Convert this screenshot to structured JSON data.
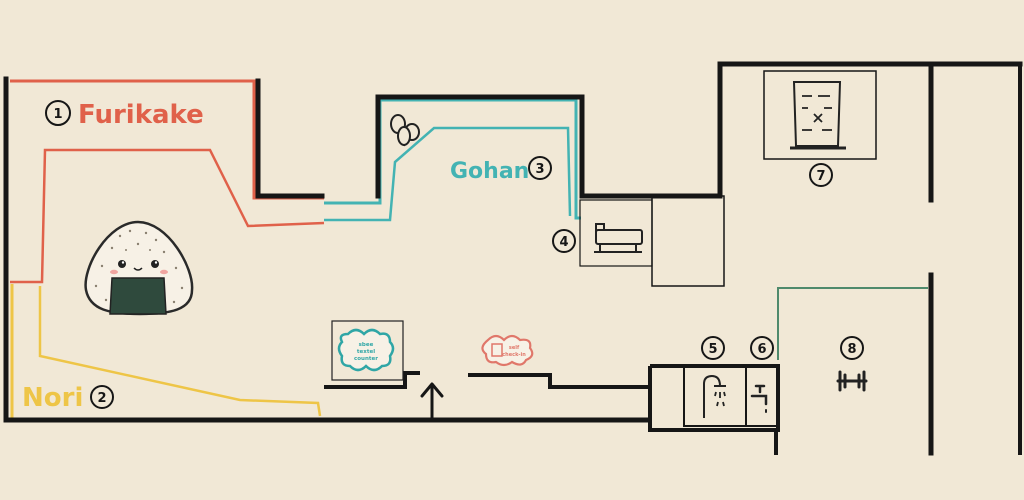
{
  "zones": {
    "furikake": {
      "number": "1",
      "name": "Furikake",
      "color": "#e0614a"
    },
    "nori": {
      "number": "2",
      "name": "Nori",
      "color": "#eec547"
    },
    "gohan": {
      "number": "3",
      "name": "Gohan",
      "color": "#43b3b3"
    }
  },
  "points": {
    "p4": "4",
    "p5": "5",
    "p6": "6",
    "p7": "7",
    "p8": "8"
  },
  "stickers": {
    "service_counter": {
      "line1": "sbee",
      "line2": "textel",
      "line3": "counter"
    },
    "self_checkout": {
      "line1": "self",
      "line2": "check-in"
    }
  },
  "colors": {
    "background": "#f1e8d6",
    "wall": "#161616",
    "gym_line": "#4f8a6c",
    "sticker_teal": "#2fa6a6",
    "sticker_salmon": "#e0776a"
  },
  "icons": {
    "onigiri": "onigiri-mascot-icon",
    "plant": "plant-icon",
    "treadmill": "treadmill-icon",
    "shower": "shower-icon",
    "faucet": "faucet-icon",
    "board": "climbing-board-icon",
    "dumbbell": "dumbbell-icon",
    "entrance": "entrance-arrow-icon"
  }
}
